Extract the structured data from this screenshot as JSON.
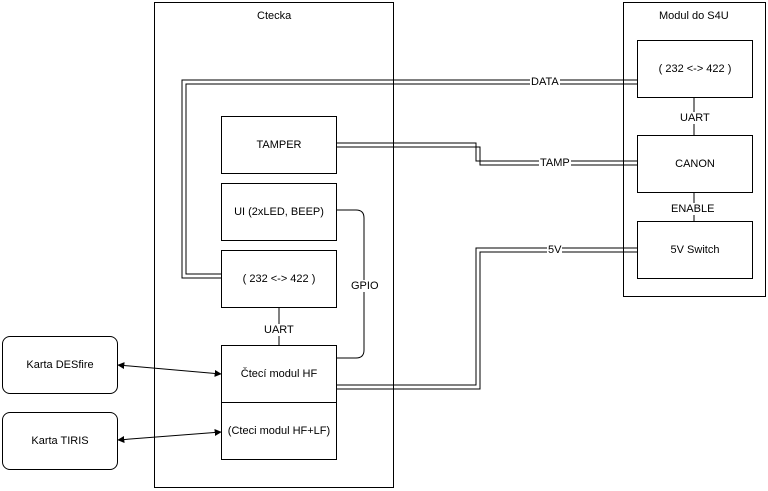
{
  "groups": {
    "reader": {
      "title": "Ctecka"
    },
    "module": {
      "title": "Modul do S4U"
    }
  },
  "nodes": {
    "tamper": "TAMPER",
    "ui": "UI (2xLED, BEEP)",
    "converter_reader": "( 232 <-> 422 )",
    "hf_module": "Čtecí modul HF",
    "hf_lf_module": "(Cteci modul HF+LF)",
    "converter_module": "( 232 <-> 422 )",
    "canon": "CANON",
    "switch_5v": "5V Switch",
    "card_desfire": "Karta DESfire",
    "card_tiris": "Karta TIRIS"
  },
  "edge_labels": {
    "data": "DATA",
    "tamp": "TAMP",
    "power": "5V",
    "uart_reader": "UART",
    "gpio": "GPIO",
    "uart_module": "UART",
    "enable": "ENABLE"
  },
  "colors": {
    "line": "#000000",
    "background": "#ffffff"
  }
}
